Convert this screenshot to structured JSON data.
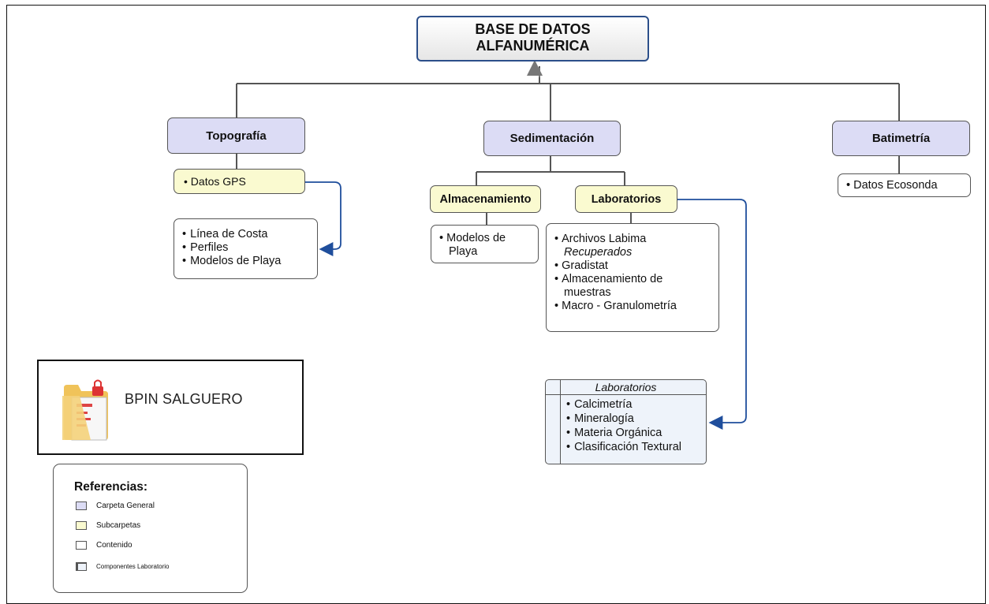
{
  "root": {
    "line1": "BASE DE DATOS",
    "line2": "ALFANUMÉRICA"
  },
  "branches": {
    "topografia": {
      "label": "Topografía",
      "subfolder": "Datos GPS",
      "content": [
        "Línea de Costa",
        "Perfiles",
        "Modelos de Playa"
      ]
    },
    "sedimentacion": {
      "label": "Sedimentación",
      "almacenamiento": {
        "label": "Almacenamiento",
        "content": [
          "Modelos de",
          "Playa"
        ]
      },
      "laboratorios": {
        "label": "Laboratorios",
        "content": [
          "Archivos Labima",
          "Recuperados",
          "Gradistat",
          "Almacenamiento de",
          "muestras",
          "Macro - Granulometría"
        ]
      }
    },
    "batimetria": {
      "label": "Batimetría",
      "content": "Datos Ecosonda"
    }
  },
  "lab_components": {
    "title": "Laboratorios",
    "items": [
      "Calcimetría",
      "Mineralogía",
      "Materia Orgánica",
      "Clasificación Textural"
    ]
  },
  "bpin": {
    "label": "BPIN SALGUERO"
  },
  "references": {
    "title": "Referencias:",
    "items": [
      {
        "label": "Carpeta General",
        "color": "#dcdcf5"
      },
      {
        "label": "Subcarpetas",
        "color": "#fafad0"
      },
      {
        "label": "Contenido",
        "color": "#ffffff"
      },
      {
        "label": "Componentes Laboratorio",
        "color": "#eef3fa"
      }
    ]
  },
  "colors": {
    "connector": "#555555",
    "arrow": "#1f4e9c",
    "root_border": "#2c4f8a"
  }
}
